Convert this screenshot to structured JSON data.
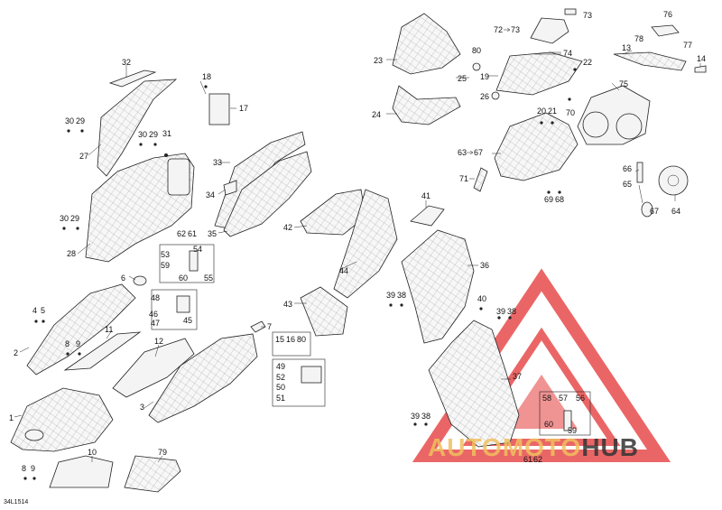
{
  "diagram_code": "34L1514",
  "watermark": {
    "brand_left": "AUTOMOTO",
    "brand_right": "HUB",
    "color_triangle": "#e74c4c",
    "color_text_left": "#f0c060",
    "color_text_right": "#333333"
  },
  "callouts": {
    "c1": "1",
    "c2": "2",
    "c3": "3",
    "c4": "4",
    "c5": "5",
    "c6": "6",
    "c7": "7",
    "c8": "8",
    "c9": "9",
    "c10": "10",
    "c11": "11",
    "c12": "12",
    "c13": "13",
    "c14": "14",
    "c15": "15",
    "c16": "16",
    "c17": "17",
    "c18": "18",
    "c19": "19",
    "c20": "20",
    "c21": "21",
    "c22": "22",
    "c23": "23",
    "c24": "24",
    "c25": "25",
    "c26": "26",
    "c27": "27",
    "c28": "28",
    "c29": "29",
    "c30": "30",
    "c31": "31",
    "c32": "32",
    "c33": "33",
    "c34": "34",
    "c35": "35",
    "c36": "36",
    "c37": "37",
    "c38": "38",
    "c39": "39",
    "c40": "40",
    "c41": "41",
    "c42": "42",
    "c43": "43",
    "c44": "44",
    "c45": "45",
    "c46": "46",
    "c47": "47",
    "c48": "48",
    "c49": "49",
    "c50": "50",
    "c51": "51",
    "c52": "52",
    "c53": "53",
    "c54": "54",
    "c55": "55",
    "c56": "56",
    "c57": "57",
    "c58": "58",
    "c59": "59",
    "c60": "60",
    "c61": "61",
    "c62": "62",
    "c63": "63",
    "c64": "64",
    "c65": "65",
    "c66": "66",
    "c67": "67",
    "c68": "68",
    "c69": "69",
    "c70": "70",
    "c71": "71",
    "c72": "72",
    "c73": "73",
    "c74": "74",
    "c75": "75",
    "c76": "76",
    "c77": "77",
    "c78": "78",
    "c79": "79",
    "c80": "80"
  }
}
